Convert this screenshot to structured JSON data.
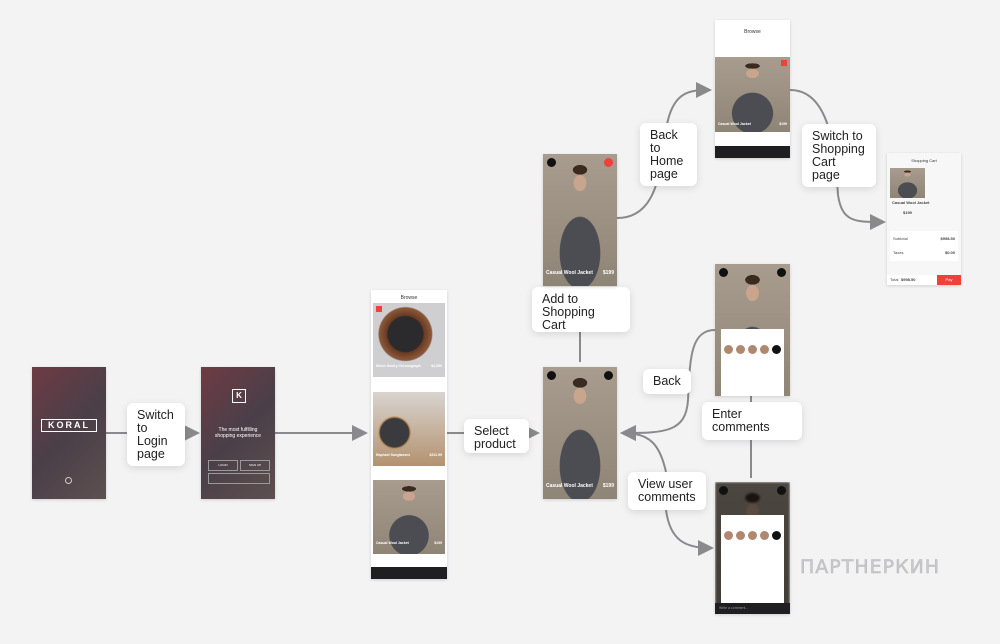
{
  "labels": {
    "switch_login": "Switch to Login page",
    "select_product": "Select product",
    "add_to_cart": "Add to Shopping Cart",
    "back_home": "Back to Home page",
    "switch_cart": "Switch to Shopping Cart page",
    "back": "Back",
    "enter_comments": "Enter comments",
    "view_comments": "View user comments"
  },
  "screens": {
    "splash": {
      "logo": "KORAL"
    },
    "login": {
      "logo": "K",
      "tagline": "The most fulfilling shopping experience",
      "login": "LOGIN",
      "signup": "SIGN UP"
    },
    "browse": {
      "title": "Browse",
      "items": [
        {
          "name": "Nixon Sentry Chronograph",
          "price": "$2,550"
        },
        {
          "name": "Raphael Sunglasses",
          "price": "$211.99"
        },
        {
          "name": "Casual Wool Jacket",
          "price": "$199"
        }
      ]
    },
    "product": {
      "name": "Casual Wool Jacket",
      "price": "$199"
    },
    "cart": {
      "title": "Shopping Cart",
      "item": "Casual Wool Jacket",
      "price": "$199",
      "subtotal_label": "Subtotal",
      "subtotal": "$998.50",
      "taxes_label": "Taxes",
      "taxes": "$0.00",
      "total_label": "Total",
      "total": "$998.50",
      "pay": "Pay"
    },
    "comments": {
      "comment_placeholder": "Write a comment..."
    }
  },
  "watermark": "ПАРТНЕРКИН",
  "colors": {
    "accent": "#f0403a",
    "background": "#f3f3f4"
  }
}
